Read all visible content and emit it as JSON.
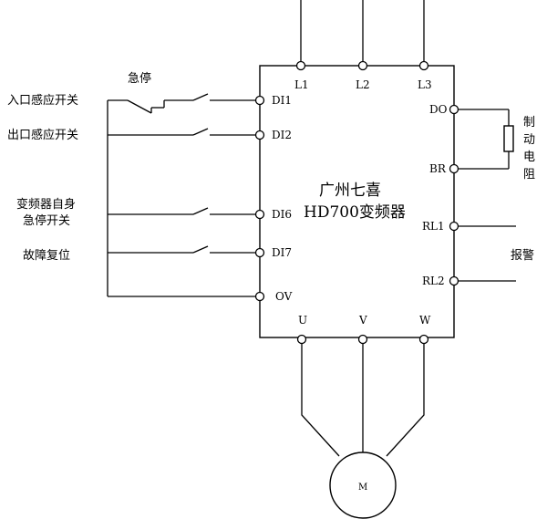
{
  "vfd": {
    "brand": "广州七喜",
    "model": "HD700变频器"
  },
  "terminals": {
    "l1": "L1",
    "l2": "L2",
    "l3": "L3",
    "di1": "DI1",
    "di2": "DI2",
    "di6": "DI6",
    "di7": "DI7",
    "ov": "OV",
    "do": "DO",
    "br": "BR",
    "rl1": "RL1",
    "rl2": "RL2",
    "u": "U",
    "v": "V",
    "w": "W"
  },
  "inputs": {
    "estop": "急停",
    "inlet_sensor": "入口感应开关",
    "outlet_sensor": "出口感应开关",
    "self_estop_line1": "变频器自身",
    "self_estop_line2": "急停开关",
    "fault_reset": "故障复位"
  },
  "outputs": {
    "brake_resistor": [
      "制",
      "动",
      "电",
      "阻"
    ],
    "alarm": "报警"
  },
  "motor": {
    "label": "M"
  }
}
